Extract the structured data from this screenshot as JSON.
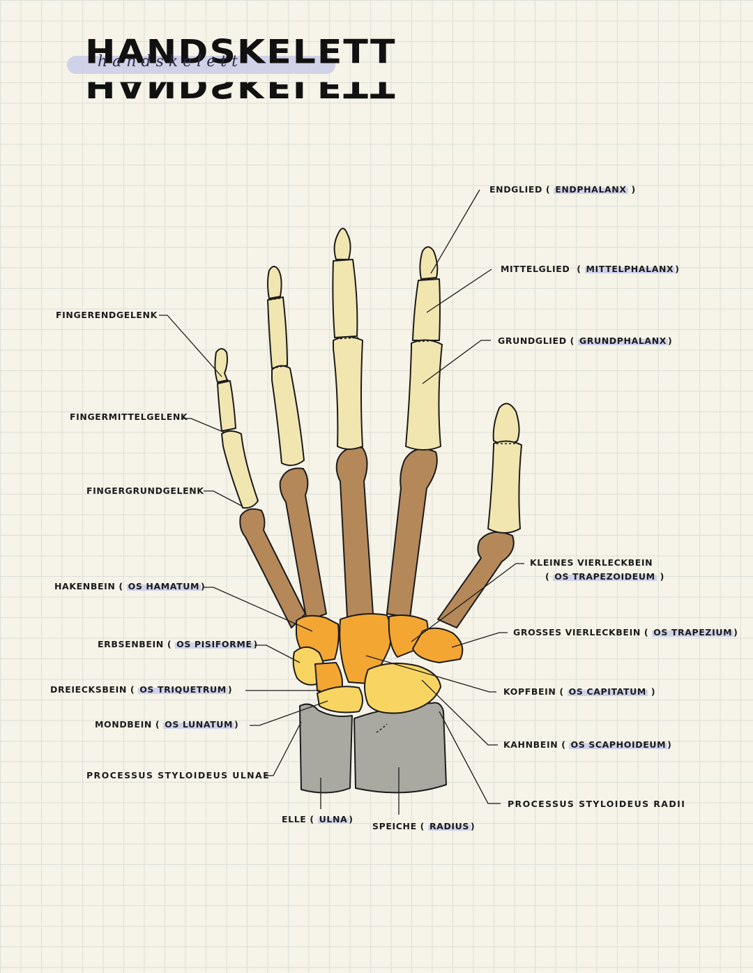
{
  "title": {
    "main": "HANDSKELETT",
    "script": "handskelett"
  },
  "labels": {
    "endglied": "ENDGLIED",
    "endglied_latin": "ENDPHALANX",
    "mittelglied": "MITTELGLIED",
    "mittelglied_latin": "MITTELPHALANX",
    "grundglied": "GRUNDGLIED",
    "grundglied_latin": "GRUNDPHALANX",
    "fingerendgelenk": "FINGERENDGELENK",
    "fingermittelgelenk": "FINGERMITTELGELENK",
    "fingergrundgelenk": "FINGERGRUNDGELENK",
    "kleines_vieleckbein_line1": "KLEINES VIERLECKBEIN",
    "kleines_vieleckbein_latin": "OS TRAPEZOIDEUM",
    "hakenbein": "HAKENBEIN",
    "hakenbein_latin": "OS HAMATUM",
    "grosses_vieleckbein": "GROSSES VIERLECKBEIN",
    "grosses_vieleckbein_latin": "OS TRAPEZIUM",
    "erbsenbein": "ERBSENBEIN",
    "erbsenbein_latin": "OS PISIFORME",
    "dreiecksbein": "DREIECKSBEIN",
    "dreiecksbein_latin": "OS TRIQUETRUM",
    "kopfbein": "KOPFBEIN",
    "kopfbein_latin": "OS CAPITATUM",
    "mondbein": "MONDBEIN",
    "mondbein_latin": "OS LUNATUM",
    "kahnbein": "KAHNBEIN",
    "kahnbein_latin": "OS SCAPHOIDEUM",
    "proc_ulnae": "PROCESSUS STYLOIDEUS ULNAE",
    "proc_radii": "PROCESSUS STYLOIDEUS RADII",
    "elle": "ELLE",
    "elle_latin": "ULNA",
    "speiche": "SPEICHE",
    "speiche_latin": "RADIUS"
  },
  "colors": {
    "phalanx": "#f2e6b0",
    "metacarpal": "#b5885a",
    "carpal_dark": "#f3a632",
    "carpal_light": "#f8d562",
    "forearm": "#a9a9a2",
    "highlight": "#cfd3ea",
    "outline": "#1b1b1b"
  }
}
